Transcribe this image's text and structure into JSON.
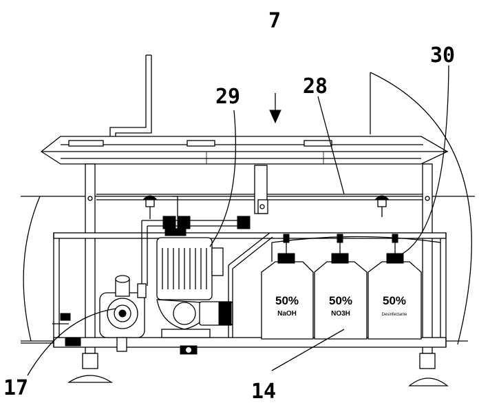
{
  "labels": {
    "machine": "7",
    "pipe": "28",
    "pump": "29",
    "probe": "30",
    "motor_pump": "17",
    "tanks": "14"
  },
  "tanks": [
    {
      "percent": "50%",
      "name": "NaOH"
    },
    {
      "percent": "50%",
      "name": "NO3H"
    },
    {
      "percent": "50%",
      "name": "Desinfectante"
    }
  ]
}
